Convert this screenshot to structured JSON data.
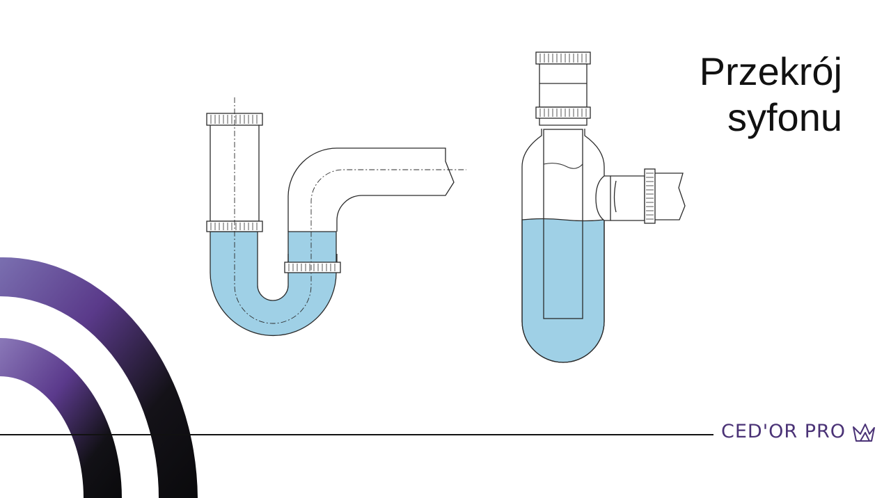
{
  "slide": {
    "title_line1": "Przekrój",
    "title_line2": "syfonu",
    "brand": "CED'OR PRO"
  },
  "colors": {
    "water": "#9fd0e6",
    "line": "#2a2a2a",
    "arc_light": "#6f5aa0",
    "arc_mid": "#4b2e7a",
    "arc_dark": "#0c0c12",
    "brand": "#4a3276"
  },
  "icons": {
    "brand_mark": "crown-icon"
  }
}
